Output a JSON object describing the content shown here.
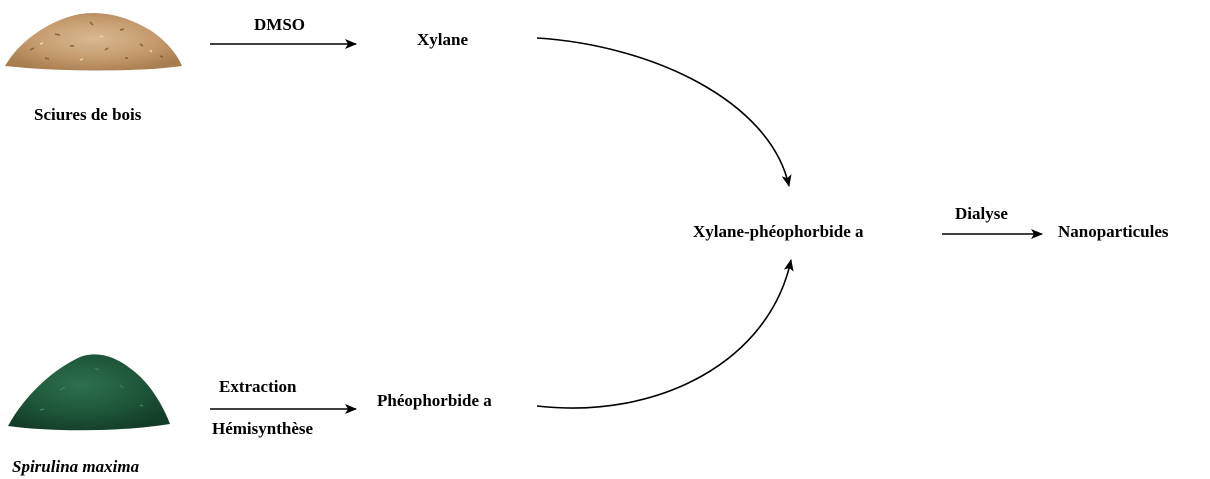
{
  "nodes": {
    "sawdust_caption": "Sciures de bois",
    "spirulina_caption": "Spirulina maxima",
    "xylane": "Xylane",
    "pheophorbide": "Phéophorbide a",
    "conjugate": "Xylane-phéophorbide a",
    "nanoparticles": "Nanoparticules"
  },
  "reactions": {
    "dmso": "DMSO",
    "extraction": "Extraction",
    "hemisynthesis": "Hémisynthèse",
    "dialysis": "Dialyse"
  },
  "images": {
    "sawdust": "sawdust-pile",
    "spirulina": "spirulina-powder-pile"
  },
  "colors": {
    "sawdust": "#c8a27a",
    "spirulina": "#1f5a3e",
    "ink": "#000000"
  }
}
